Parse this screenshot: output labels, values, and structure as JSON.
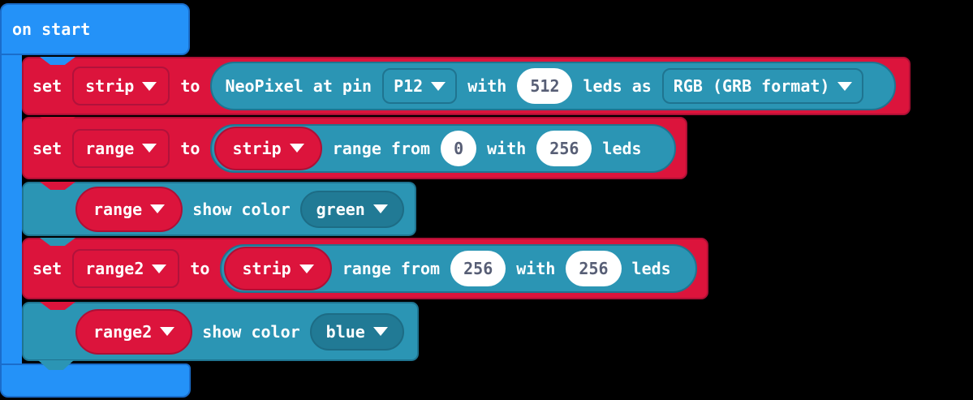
{
  "workspace": {
    "background": "#000000"
  },
  "palette": {
    "event_blue": "#2492F8",
    "event_blue_border": "#1A6DCB",
    "variables_red": "#DC143C",
    "variables_red_border": "#AE0F35",
    "neopixel_teal": "#2B95B4",
    "neopixel_teal_border": "#1F7490",
    "dropdown_dark_teal": "#217A95",
    "number_field_bg": "#FFFFFF",
    "number_field_text": "#575E75",
    "block_text": "#FFFFFF"
  },
  "on_start": {
    "label": "on start"
  },
  "row1": {
    "set": "set",
    "variable": "strip",
    "to": "to",
    "neopixel": {
      "label_at_pin": "NeoPixel at pin",
      "pin": "P12",
      "with": "with",
      "num_leds": "512",
      "leds_as": "leds as",
      "format": "RGB (GRB format)"
    }
  },
  "row2": {
    "set": "set",
    "variable": "range",
    "to": "to",
    "range_expr": {
      "strip_var": "strip",
      "range_from": "range from",
      "start": "0",
      "with": "with",
      "count": "256",
      "leds": "leds"
    }
  },
  "row3": {
    "variable": "range",
    "show_color": "show color",
    "color": "green"
  },
  "row4": {
    "set": "set",
    "variable": "range2",
    "to": "to",
    "range_expr": {
      "strip_var": "strip",
      "range_from": "range from",
      "start": "256",
      "with": "with",
      "count": "256",
      "leds": "leds"
    }
  },
  "row5": {
    "variable": "range2",
    "show_color": "show color",
    "color": "blue"
  }
}
